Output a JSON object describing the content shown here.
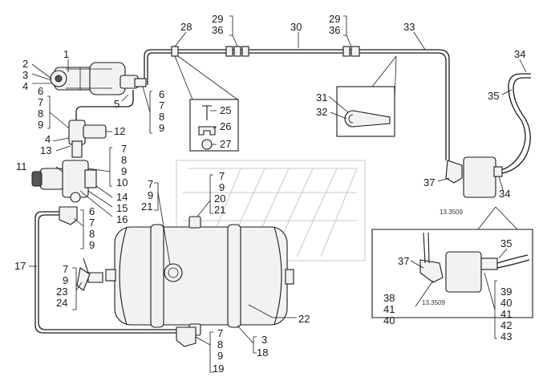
{
  "callouts": {
    "c1": "1",
    "c2": "2",
    "c3": "3",
    "c4": "4",
    "c5": "5",
    "c6a": "6",
    "c7a": "7",
    "c8a": "8",
    "c9a": "9",
    "c6b": "6",
    "c7b": "7",
    "c8b": "8",
    "c9b": "9",
    "c4b": "4",
    "c12": "12",
    "c13": "13",
    "c11": "11",
    "c7c": "7",
    "c8c": "8",
    "c9c": "9",
    "c10": "10",
    "c14": "14",
    "c15": "15",
    "c16": "16",
    "c6d": "6",
    "c7d": "7",
    "c8d": "8",
    "c9d": "9",
    "c17": "17",
    "c7e": "7",
    "c9e": "9",
    "c23": "23",
    "c24": "24",
    "c7f": "7",
    "c9f": "9",
    "c21f": "21",
    "c7g": "7",
    "c9g": "9",
    "c20": "20",
    "c21g": "21",
    "c22": "22",
    "c7h": "7",
    "c8h": "8",
    "c9h": "9",
    "c19": "19",
    "c3b": "3",
    "c18": "18",
    "c28": "28",
    "c29a": "29",
    "c36a": "36",
    "c30": "30",
    "c29b": "29",
    "c36b": "36",
    "c33": "33",
    "c25": "25",
    "c26": "26",
    "c27": "27",
    "c31": "31",
    "c32": "32",
    "c34a": "34",
    "c35a": "35",
    "c37a": "37",
    "c34b": "34",
    "c37b": "37",
    "c35b": "35",
    "c38": "38",
    "c41a": "41",
    "c40a": "40",
    "c39": "39",
    "c40b": "40",
    "c41b": "41",
    "c42": "42",
    "c43": "43"
  },
  "tags": {
    "receiver_main": "13.3509",
    "receiver_detail": "13.3509"
  }
}
